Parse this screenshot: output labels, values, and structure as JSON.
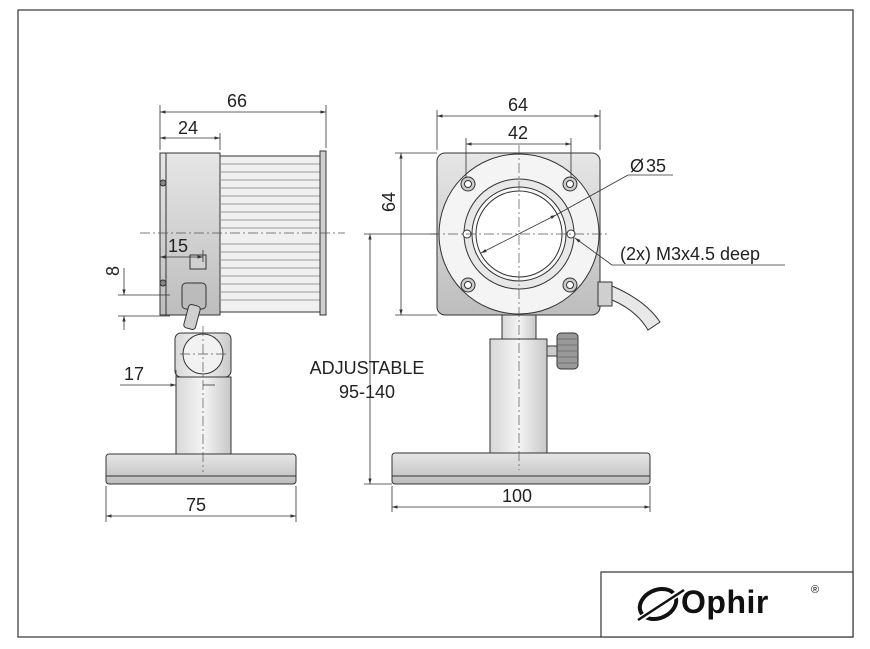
{
  "dimensions": {
    "side_width": "66",
    "side_depth": "24",
    "side_offset": "15",
    "side_height": "8",
    "post_offset": "17",
    "base_width_side": "75",
    "front_width": "64",
    "front_hole_spacing": "42",
    "aperture_diameter": "35",
    "front_height": "64",
    "base_width_front": "100"
  },
  "labels": {
    "adjustable": "ADJUSTABLE",
    "adjustable_range": "95-140",
    "holes": "(2x) M3x4.5 deep",
    "diameter_symbol": "Ø"
  },
  "logo": {
    "brand": "Ophir",
    "registered": "®"
  }
}
